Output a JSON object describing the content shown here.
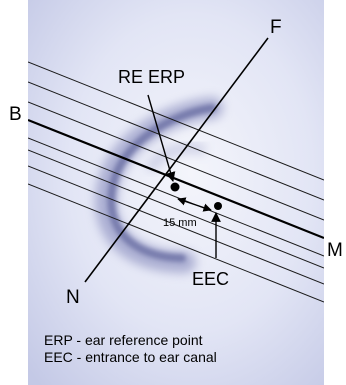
{
  "diagram": {
    "axis_labels": {
      "top_right": "F",
      "left": "B",
      "bottom_left": "N",
      "right": "M"
    },
    "points": {
      "erp": "RE ERP",
      "eec": "EEC"
    },
    "distance_label": "15 mm",
    "key": [
      "ERP - ear reference point",
      "EEC - entrance to ear canal"
    ],
    "colors": {
      "photo_background": "#dfe3f4",
      "ear_shadow": "#6d72a8",
      "lines": "#111111"
    }
  }
}
